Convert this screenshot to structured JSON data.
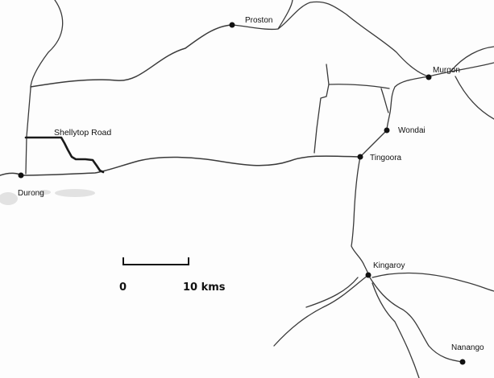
{
  "towns": {
    "proston": "Proston",
    "murgon": "Murgon",
    "wondai": "Wondai",
    "tingoora": "Tingoora",
    "durong": "Durong",
    "kingaroy": "Kingaroy",
    "nanango": "Nanango"
  },
  "roads": {
    "shellytop": "Shellytop Road"
  },
  "scale": {
    "start_label": "0",
    "end_label": "10 kms"
  }
}
